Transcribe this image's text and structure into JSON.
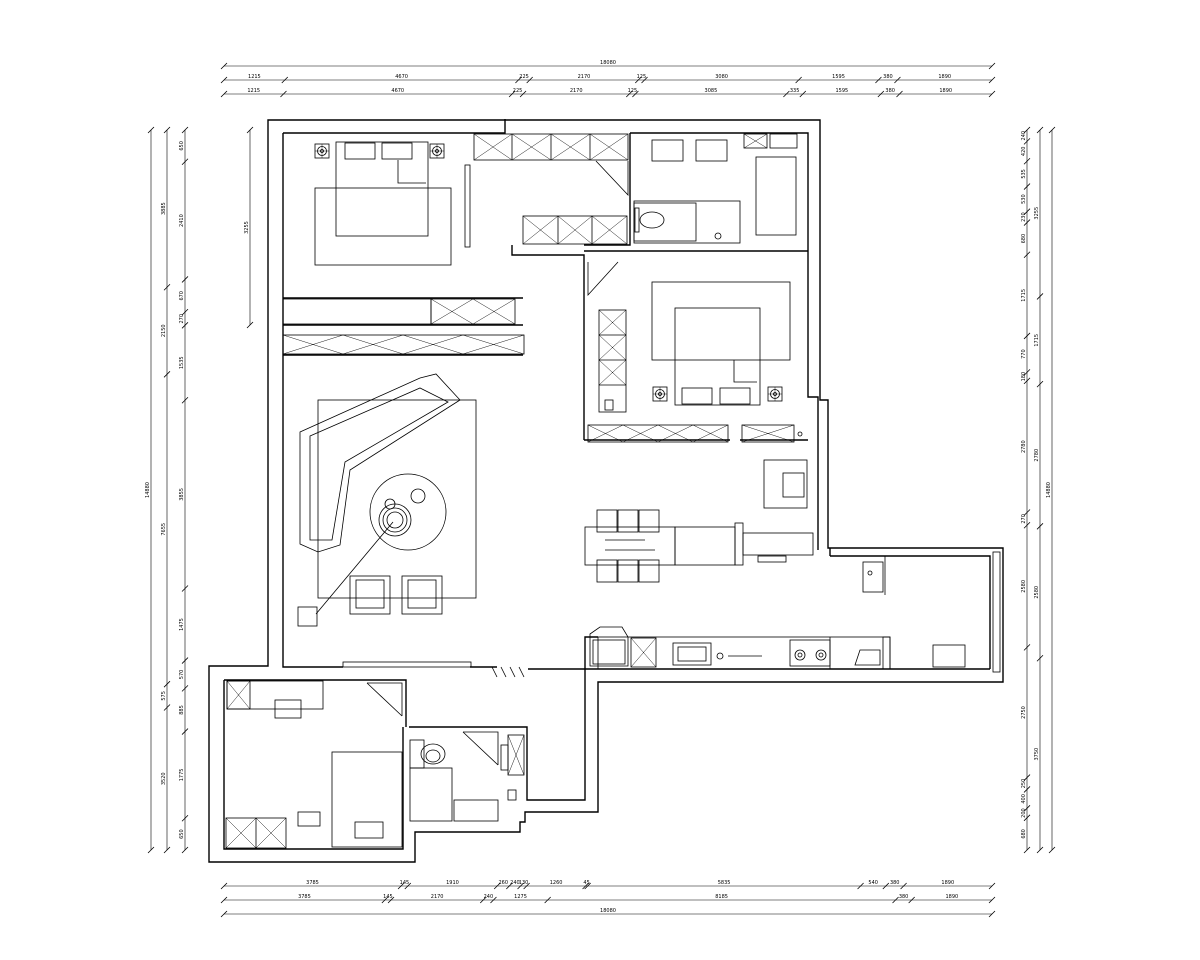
{
  "dimensions": {
    "top_total": "18080",
    "top_row1": [
      "1215",
      "4670",
      "225",
      "2170",
      "125",
      "3080",
      "1595",
      "380",
      "1890"
    ],
    "top_row2": [
      "1215",
      "4670",
      "225",
      "2170",
      "125",
      "3085",
      "335",
      "1595",
      "380",
      "1890"
    ],
    "bottom_row1": [
      "3785",
      "145",
      "1910",
      "260",
      "240",
      "130",
      "1260",
      "45",
      "5835",
      "540",
      "380",
      "1890"
    ],
    "bottom_row2": [
      "3785",
      "145",
      "2170",
      "240",
      "1275",
      "8185",
      "380",
      "1890"
    ],
    "bottom_total": "18080",
    "left_outer": [
      "14880"
    ],
    "left_mid": [
      "3885",
      "2150",
      "7655",
      "575",
      "3520"
    ],
    "left_inner": [
      "650",
      "2410",
      "670",
      "270",
      "1535",
      "3855",
      "1475",
      "570",
      "885",
      "1775",
      "650"
    ],
    "left_room": [
      "3255"
    ],
    "right_outer": [
      "14880"
    ],
    "right_mid": [
      "3255",
      "1715",
      "2780",
      "2580",
      "3750"
    ],
    "right_inner": [
      "240",
      "420",
      "535",
      "530",
      "230",
      "680",
      "1715",
      "770",
      "180",
      "2780",
      "270",
      "2580",
      "2750",
      "250",
      "400",
      "200",
      "680"
    ]
  }
}
